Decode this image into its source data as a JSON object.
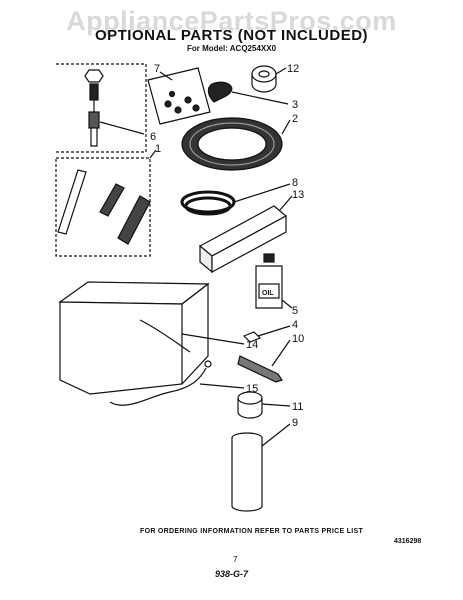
{
  "header": {
    "watermark": "AppliancePartsPros.com",
    "title": "OPTIONAL PARTS (NOT INCLUDED)",
    "model_line": "For Model: ACQ254XX0"
  },
  "labels": {
    "oil": "OIL"
  },
  "callouts": [
    "1",
    "2",
    "3",
    "4",
    "5",
    "6",
    "7",
    "8",
    "9",
    "10",
    "11",
    "12",
    "13",
    "14",
    "15"
  ],
  "footer": {
    "order_note": "FOR ORDERING INFORMATION REFER TO PARTS PRICE LIST",
    "part_number": "4316298",
    "page_number": "7",
    "code": "938-G-7"
  }
}
